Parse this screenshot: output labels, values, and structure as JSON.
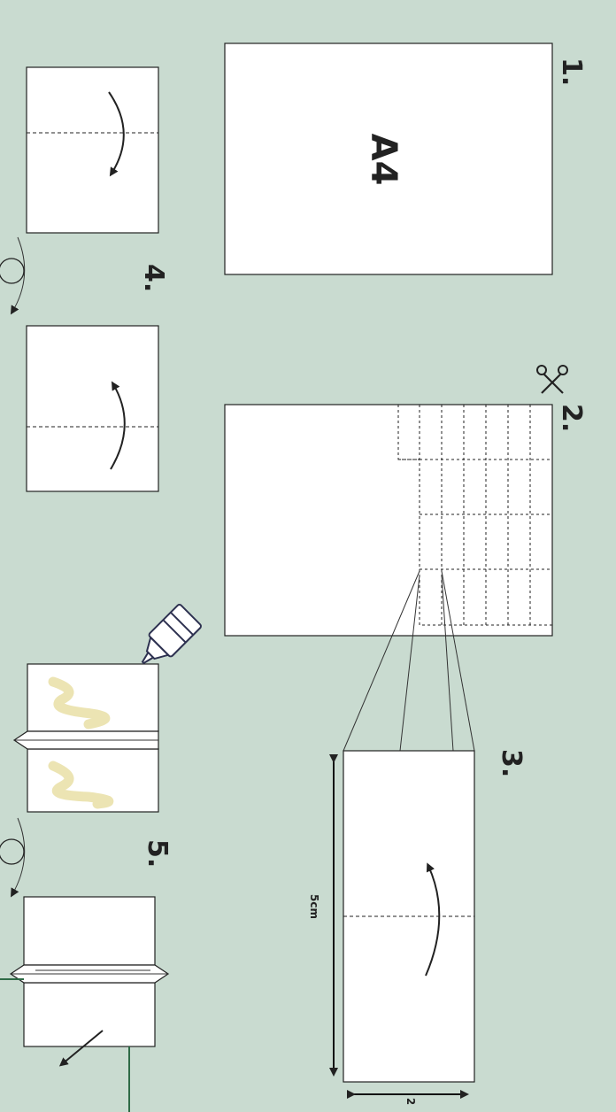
{
  "steps": [
    {
      "label": "1.",
      "paper_label": "A4"
    },
    {
      "label": "2."
    },
    {
      "label": "3.",
      "dimensions": {
        "length": "5cm",
        "width": "2"
      }
    },
    {
      "label": "4."
    },
    {
      "label": "5."
    }
  ],
  "colors": {
    "background": "#c9dbd0",
    "glue": "#ece4b3",
    "line_accent": "#2e6b46"
  },
  "icons": [
    "scissors-icon",
    "glue-bottle-icon",
    "flip-over-icon"
  ]
}
